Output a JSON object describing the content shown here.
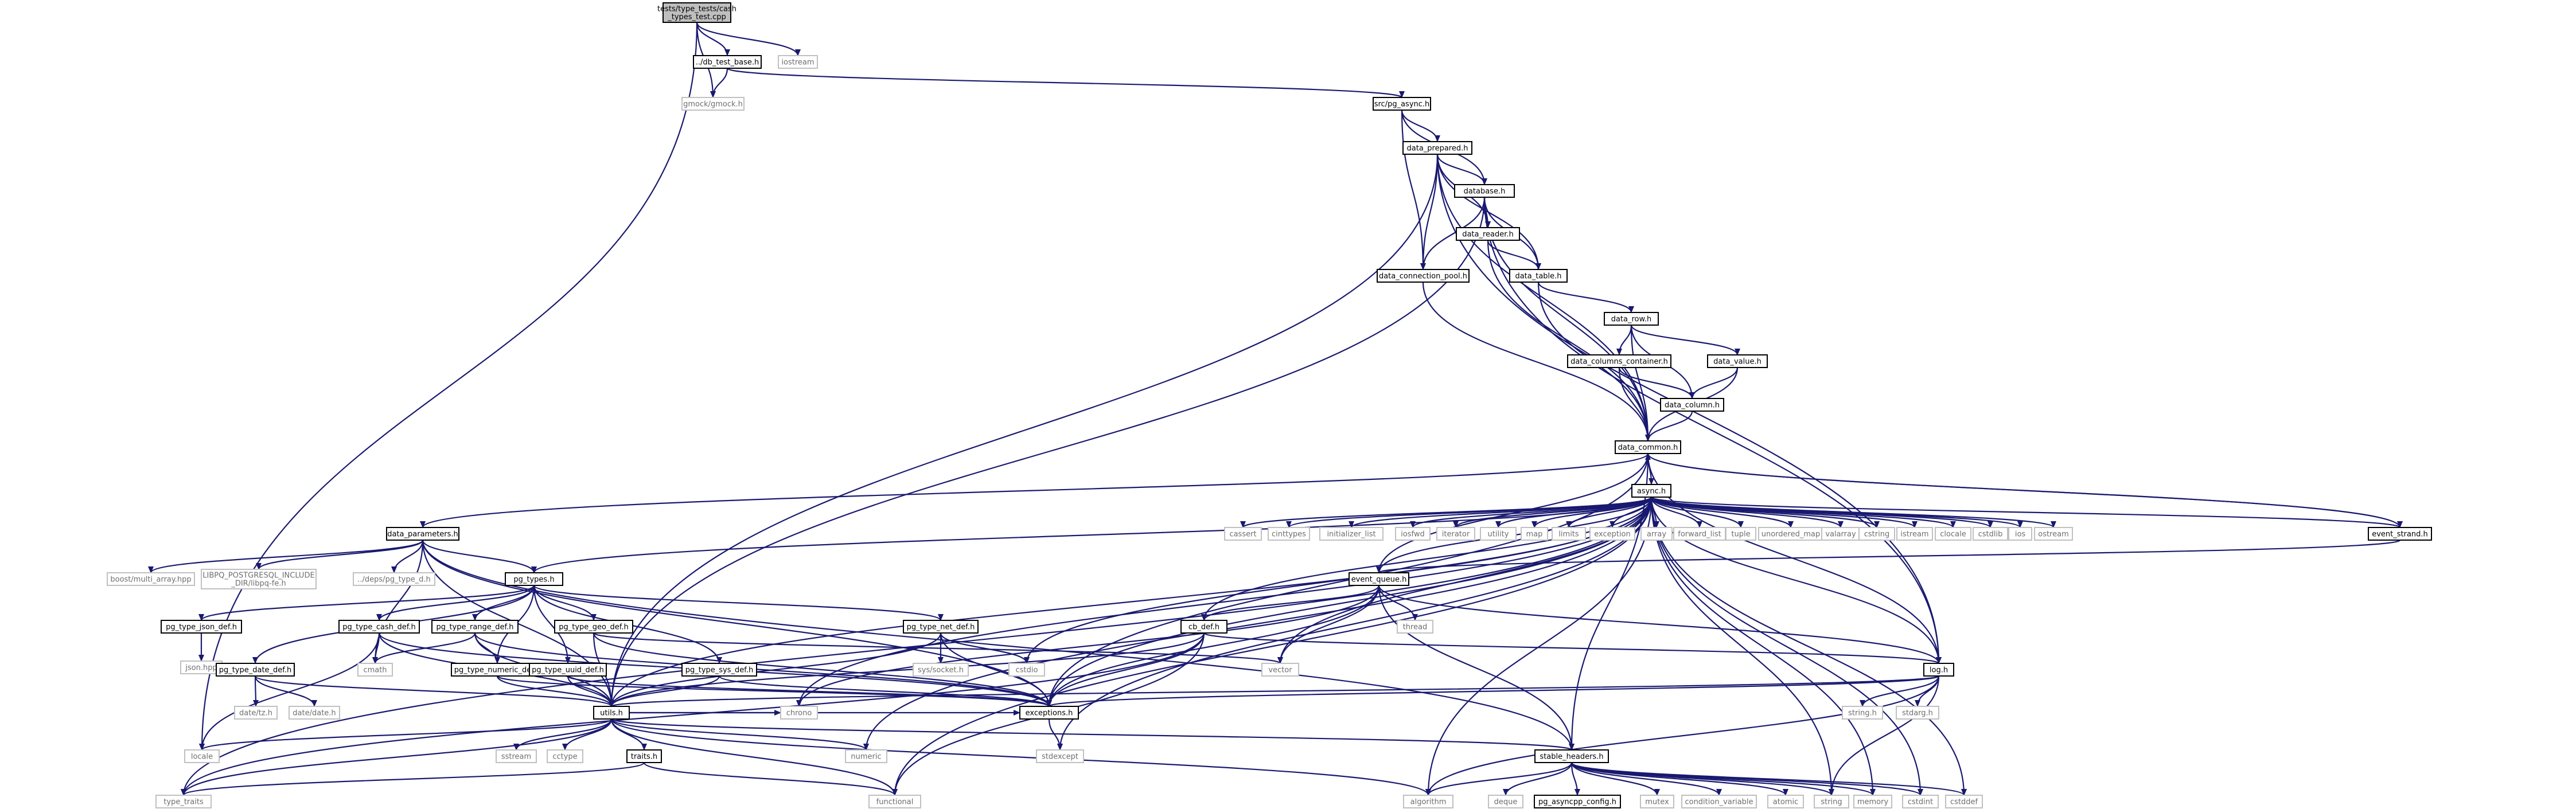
{
  "root": "tests/type_tests/cash\n_types_test.cpp",
  "nodes": {
    "cash_types_test": "tests/type_tests/cash\n_types_test.cpp",
    "db_test_base": "../db_test_base.h",
    "iostream": "iostream",
    "gmock": "gmock/gmock.h",
    "pg_async": "src/pg_async.h",
    "data_prepared": "data_prepared.h",
    "database": "database.h",
    "data_reader": "data_reader.h",
    "data_connection_pool": "data_connection_pool.h",
    "data_table": "data_table.h",
    "data_row": "data_row.h",
    "data_columns_container": "data_columns_container.h",
    "data_value": "data_value.h",
    "data_column": "data_column.h",
    "data_common": "data_common.h",
    "async": "async.h",
    "data_parameters": "data_parameters.h",
    "event_strand": "event_strand.h",
    "event_queue": "event_queue.h",
    "boost_multi_array": "boost/multi_array.hpp",
    "libpq_fe": "LIBPQ_POSTGRESQL_INCLUDE\n_DIR/libpq-fe.h",
    "pg_type_d": "../deps/pg_type_d.h",
    "pg_types": "pg_types.h",
    "pg_type_json_def": "pg_type_json_def.h",
    "json_hpp": "json.hpp",
    "pg_type_cash_def": "pg_type_cash_def.h",
    "pg_type_range_def": "pg_type_range_def.h",
    "pg_type_geo_def": "pg_type_geo_def.h",
    "pg_type_net_def": "pg_type_net_def.h",
    "cb_def": "cb_def.h",
    "thread": "thread",
    "pg_type_date_def": "pg_type_date_def.h",
    "pg_type_numeric_def": "pg_type_numeric_def.h",
    "pg_type_uuid_def": "pg_type_uuid_def.h",
    "pg_type_sys_def": "pg_type_sys_def.h",
    "sys_socket": "sys/socket.h",
    "cstdio": "cstdio",
    "vector": "vector",
    "log": "log.h",
    "cmath": "cmath",
    "date_tz": "date/tz.h",
    "date_date": "date/date.h",
    "utils": "utils.h",
    "exceptions": "exceptions.h",
    "string_h": "string.h",
    "stdarg_h": "stdarg.h",
    "locale": "locale",
    "sstream": "sstream",
    "cctype": "cctype",
    "traits": "traits.h",
    "chrono": "chrono",
    "numeric": "numeric",
    "stdexcept": "stdexcept",
    "stable_headers": "stable_headers.h",
    "type_traits": "type_traits",
    "functional": "functional",
    "algorithm": "algorithm",
    "deque": "deque",
    "pg_asyncpp_config": "pg_asyncpp_config.h",
    "mutex": "mutex",
    "condition_variable": "condition_variable",
    "atomic": "atomic",
    "string": "string",
    "memory": "memory",
    "cstdint": "cstdint",
    "cstddef": "cstddef",
    "cassert": "cassert",
    "cinttypes": "cinttypes",
    "initializer_list": "initializer_list",
    "iosfwd": "iosfwd",
    "iterator": "iterator",
    "utility": "utility",
    "map": "map",
    "limits": "limits",
    "exception": "exception",
    "array": "array",
    "forward_list": "forward_list",
    "tuple": "tuple",
    "unordered_map": "unordered_map",
    "valarray": "valarray",
    "cstring": "cstring",
    "istream": "istream",
    "clocale": "clocale",
    "cstdlib": "cstdlib",
    "ios": "ios",
    "ostream": "ostream"
  },
  "colors": {
    "edge": "#191970",
    "project_border": "#000000",
    "system_border": "#c0c0c0",
    "system_text": "#6e6e6e",
    "root_fill": "#bfbfbf"
  }
}
